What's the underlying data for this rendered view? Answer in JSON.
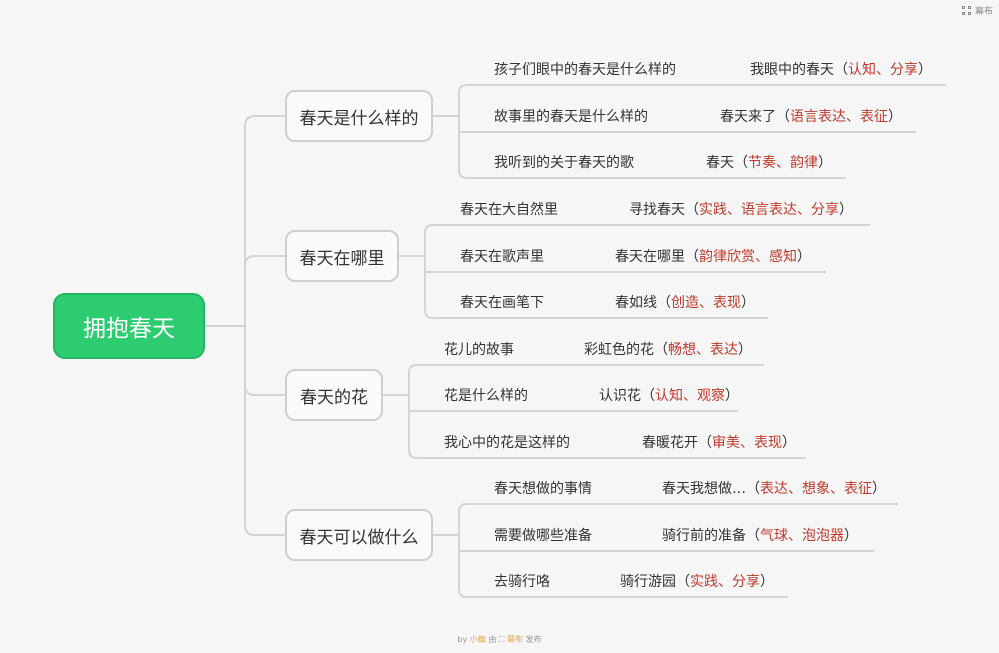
{
  "brand": {
    "label": "幕布"
  },
  "footer": {
    "by": "by",
    "author": "小蜘",
    "via": "由",
    "platform": "幕布",
    "publish": "发布"
  },
  "colors": {
    "root_fill": "#2ecc71",
    "highlight": "#c0392b",
    "line": "#d4d4d4"
  },
  "map": {
    "root": "拥抱春天",
    "branches": [
      {
        "label": "春天是什么样的",
        "items": [
          {
            "topic": "孩子们眼中的春天是什么样的",
            "activity": "我眼中的春天",
            "skills": "认知、分享"
          },
          {
            "topic": "故事里的春天是什么样的",
            "activity": "春天来了",
            "skills": "语言表达、表征"
          },
          {
            "topic": "我听到的关于春天的歌",
            "activity": "春天",
            "skills": "节奏、韵律"
          }
        ]
      },
      {
        "label": "春天在哪里",
        "items": [
          {
            "topic": "春天在大自然里",
            "activity": "寻找春天",
            "skills": "实践、语言表达、分享"
          },
          {
            "topic": "春天在歌声里",
            "activity": "春天在哪里",
            "skills": "韵律欣赏、感知"
          },
          {
            "topic": "春天在画笔下",
            "activity": "春如线",
            "skills": "创造、表现"
          }
        ]
      },
      {
        "label": "春天的花",
        "items": [
          {
            "topic": "花儿的故事",
            "activity": "彩虹色的花",
            "skills": "畅想、表达"
          },
          {
            "topic": "花是什么样的",
            "activity": "认识花",
            "skills": "认知、观察"
          },
          {
            "topic": "我心中的花是这样的",
            "activity": "春暖花开",
            "skills": "审美、表现"
          }
        ]
      },
      {
        "label": "春天可以做什么",
        "items": [
          {
            "topic": "春天想做的事情",
            "activity": "春天我想做…",
            "skills": "表达、想象、表征"
          },
          {
            "topic": "需要做哪些准备",
            "activity": "骑行前的准备",
            "skills": "气球、泡泡器"
          },
          {
            "topic": "去骑行咯",
            "activity": "骑行游园",
            "skills": "实践、分享"
          }
        ]
      }
    ]
  }
}
